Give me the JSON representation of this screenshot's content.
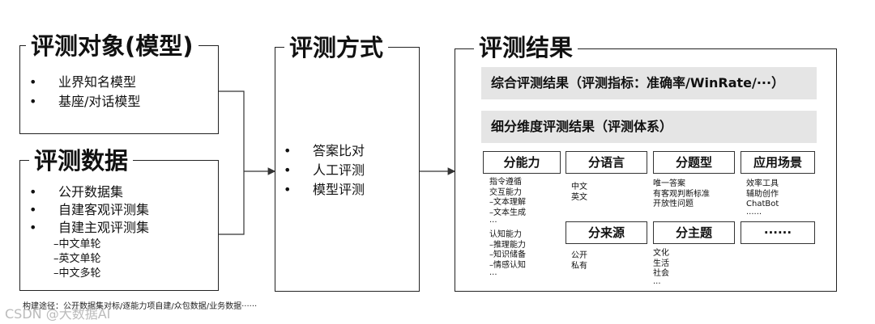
{
  "object_section": {
    "title": "评测对象(模型)",
    "items": [
      "业界知名模型",
      "基座/对话模型"
    ]
  },
  "data_section": {
    "title": "评测数据",
    "items": [
      "公开数据集",
      "自建客观评测集",
      "自建主观评测集"
    ],
    "sub_items": [
      "–中文单轮",
      "–英文单轮",
      "–中文多轮"
    ]
  },
  "method_section": {
    "title": "评测方式",
    "items": [
      "答案比对",
      "人工评测",
      "模型评测"
    ]
  },
  "result_section": {
    "title": "评测结果",
    "overall": "综合评测结果（评测指标：准确率/WinRate/···）",
    "detailed": "细分维度评测结果（评测体系）",
    "categories": [
      {
        "label": "分能力",
        "details": [
          "指令遵循",
          "交互能力",
          "–文本理解",
          "–文本生成",
          "···",
          "",
          "认知能力",
          "–推理能力",
          "–知识储备",
          "–情感认知",
          "···"
        ]
      },
      {
        "label": "分语言",
        "details": [
          "中文",
          "英文"
        ]
      },
      {
        "label": "分题型",
        "details": [
          "唯一答案",
          "有客观判断标准",
          "开放性问题"
        ]
      },
      {
        "label": "应用场景",
        "details": [
          "效率工具",
          "辅助创作",
          "ChatBot",
          "······"
        ]
      },
      {
        "label": "分来源",
        "details": [
          "公开",
          "私有"
        ]
      },
      {
        "label": "分主题",
        "details": [
          "文化",
          "生活",
          "社会",
          "···"
        ]
      },
      {
        "label": "······",
        "details": []
      }
    ]
  },
  "bullet_char": "•",
  "footer": "构建途径：公开数据集对标/逐能力项自建/众包数据/业务数据······",
  "watermark": "CSDN @大数据AI",
  "colors": {
    "line": "#222222",
    "band": "#e5e5e5",
    "arrow": "#333333"
  }
}
